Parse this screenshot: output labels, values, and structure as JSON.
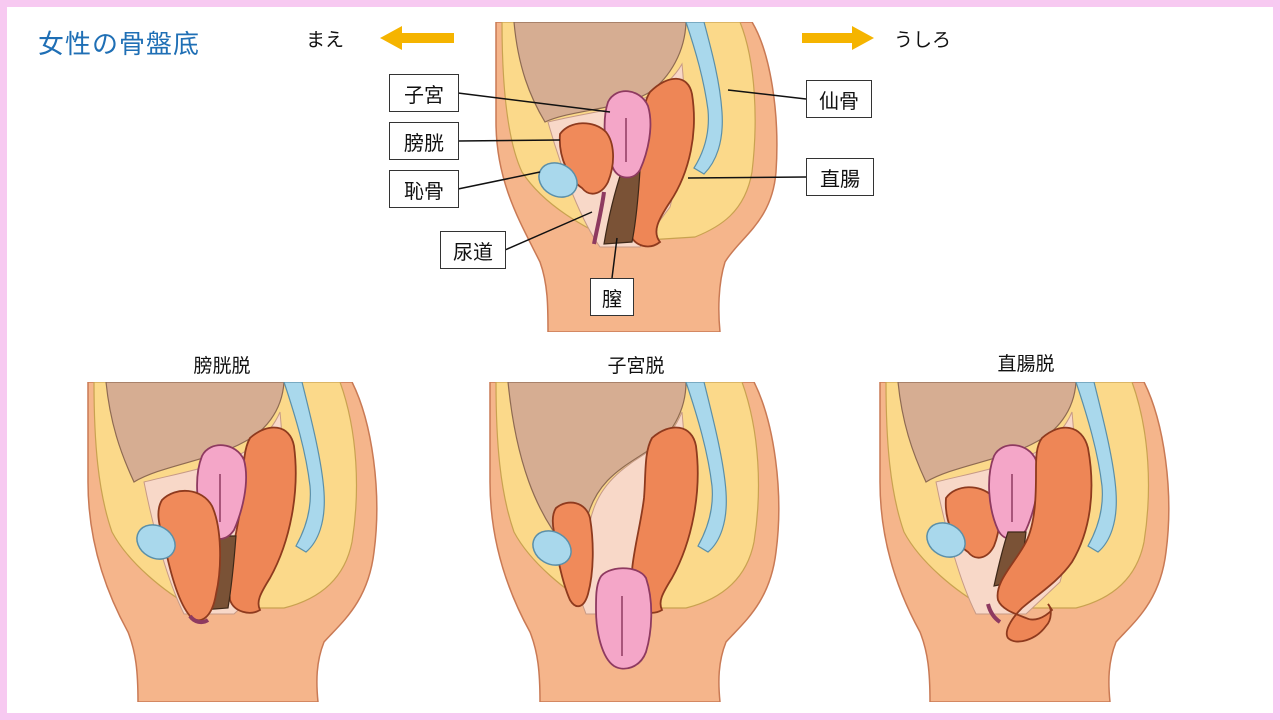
{
  "title": "女性の骨盤底",
  "direction": {
    "front": "まえ",
    "back": "うしろ"
  },
  "labels": {
    "uterus": "子宮",
    "bladder": "膀胱",
    "pubis": "恥骨",
    "urethra": "尿道",
    "vagina": "膣",
    "sacrum": "仙骨",
    "rectum": "直腸"
  },
  "captions": {
    "bladder_prolapse": "膀胱脱",
    "uterine_prolapse": "子宮脱",
    "rectal_prolapse": "直腸脱"
  },
  "colors": {
    "skin": "#f5b58b",
    "fat": "#fbd98a",
    "intestine": "#d6ad92",
    "peritoneum": "#f8d8c8",
    "bladder": "#f08a5a",
    "uterus": "#f4a6c8",
    "rectum": "#ee8656",
    "vagina": "#7a5236",
    "pubis": "#a9d8ec",
    "sacrum": "#a9d8ec",
    "arrow": "#f5b400",
    "title": "#1f6fb5",
    "frame": "#f7c9f1"
  }
}
